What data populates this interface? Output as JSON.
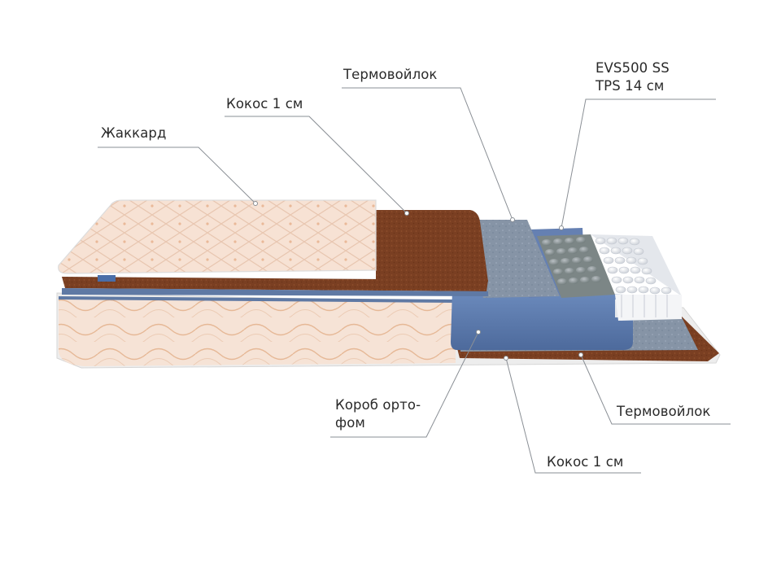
{
  "labels": {
    "jacquard": "Жаккард",
    "coconut_top": "Кокос 1 см",
    "felt_top": "Термовойлок",
    "springs_line1": "EVS500 SS",
    "springs_line2": "TPS 14 см",
    "foam_box_line1": "Короб орто-",
    "foam_box_line2": "фом",
    "felt_bottom": "Термовойлок",
    "coconut_bottom": "Кокос 1 см"
  },
  "colors": {
    "jacquard_fabric": "#f7e2d4",
    "coconut_fiber": "#7a3f22",
    "felt": "#8694a6",
    "foam_box": "#5876a8",
    "springs": "#e6e8ec",
    "leader_line": "#8a8f95",
    "text": "#2a2a2a"
  }
}
